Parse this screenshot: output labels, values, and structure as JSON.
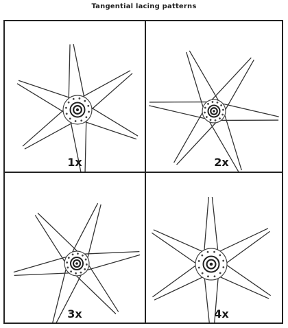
{
  "title": "Tangential lacing patterns",
  "panels": [
    {
      "id": "1x",
      "label": "1x",
      "crossings": 1
    },
    {
      "id": "2x",
      "label": "2x",
      "crossings": 2
    },
    {
      "id": "3x",
      "label": "3x",
      "crossings": 3
    },
    {
      "id": "4x",
      "label": "4x",
      "crossings": 4
    }
  ],
  "colors": {
    "border": "#222222",
    "spoke": "#333333",
    "hub": "#444444",
    "background": "#ffffff"
  }
}
